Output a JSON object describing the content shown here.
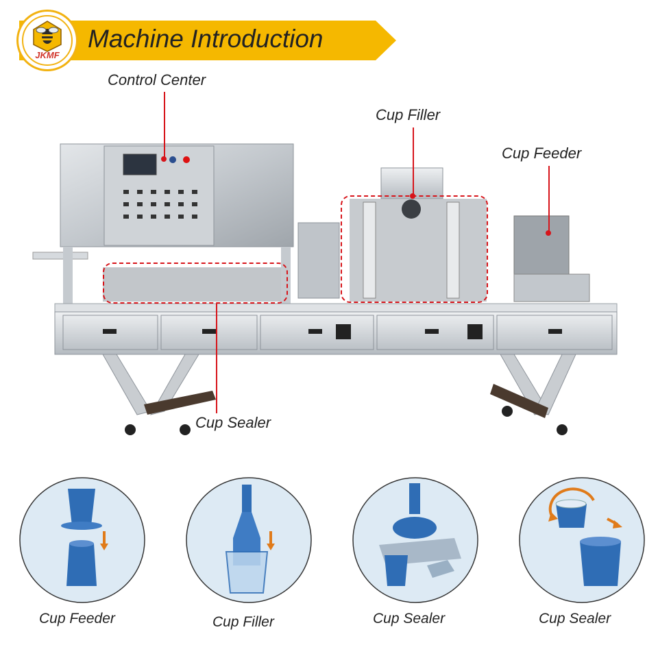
{
  "header": {
    "logo_text": "JKMF",
    "title": "Machine Introduction"
  },
  "callouts": {
    "control_center": "Control Center",
    "cup_filler": "Cup Filler",
    "cup_feeder": "Cup Feeder",
    "cup_sealer": "Cup Sealer"
  },
  "steps": [
    {
      "label": "Cup Feeder",
      "icon": "cup-feeder-icon"
    },
    {
      "label": "Cup Filler",
      "icon": "cup-filler-icon"
    },
    {
      "label": "Cup Sealer",
      "icon": "cup-sealer-press-icon"
    },
    {
      "label": "Cup Sealer",
      "icon": "cup-sealer-rotate-icon"
    }
  ],
  "colors": {
    "banner_yellow": "#f5b800",
    "callout_red": "#d7141a",
    "cup_blue": "#2f6db5",
    "steel": "#c9cdd1"
  }
}
